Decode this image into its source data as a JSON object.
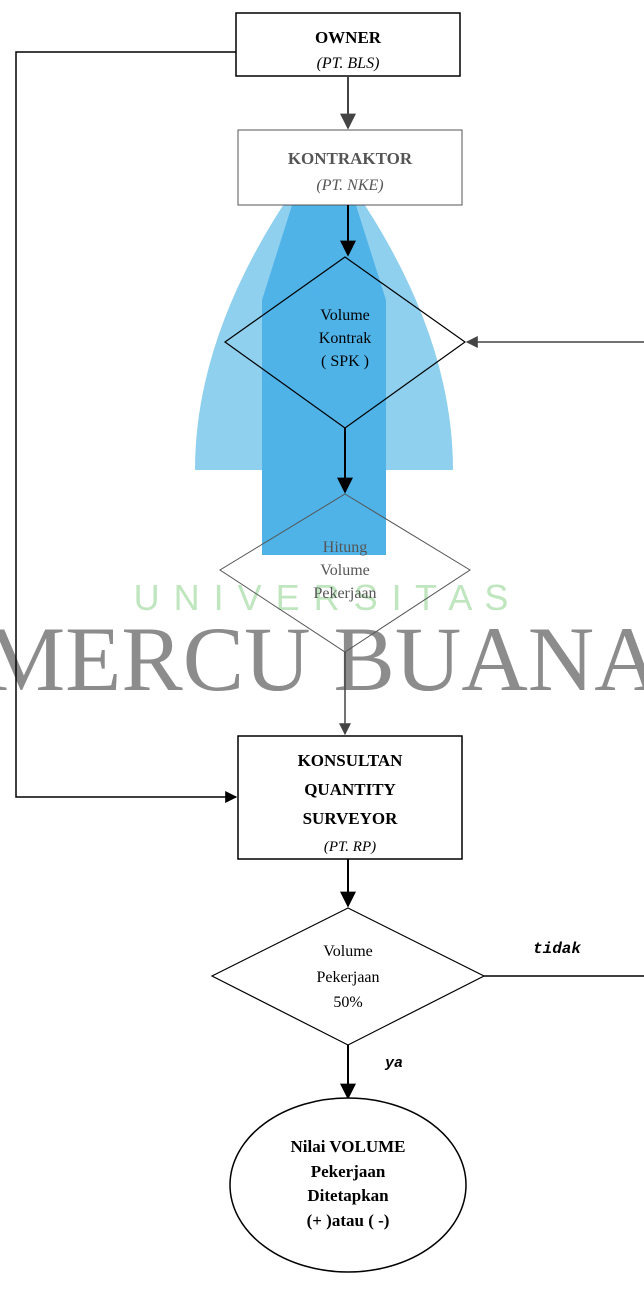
{
  "watermark": {
    "line1": "U N I V E R S I T A S",
    "line2": "MERCU BUANA",
    "colors": {
      "blue": "#4fb3e8",
      "green": "#bfe6bf",
      "grey": "#8c8c8c"
    }
  },
  "nodes": {
    "owner": {
      "title": "OWNER",
      "subtitle": "(PT. BLS)"
    },
    "kontraktor": {
      "title": "KONTRAKTOR",
      "subtitle": "(PT. NKE)"
    },
    "volume_kontrak": {
      "line1": "Volume",
      "line2": "Kontrak",
      "line3": "( SPK )"
    },
    "hitung_volume": {
      "line1": "Hitung",
      "line2": "Volume",
      "line3": "Pekerjaan"
    },
    "konsultan": {
      "line1": "KONSULTAN",
      "line2": "QUANTITY",
      "line3": "SURVEYOR",
      "subtitle": "(PT. RP)"
    },
    "volume_pekerjaan": {
      "line1": "Volume",
      "line2": "Pekerjaan",
      "line3": "50%"
    },
    "nilai_volume": {
      "line1": "Nilai VOLUME",
      "line2": "Pekerjaan",
      "line3": "Ditetapkan",
      "line4": "(+ )atau ( -)"
    }
  },
  "edges": {
    "no_label": "tidak",
    "yes_label": "ya"
  }
}
